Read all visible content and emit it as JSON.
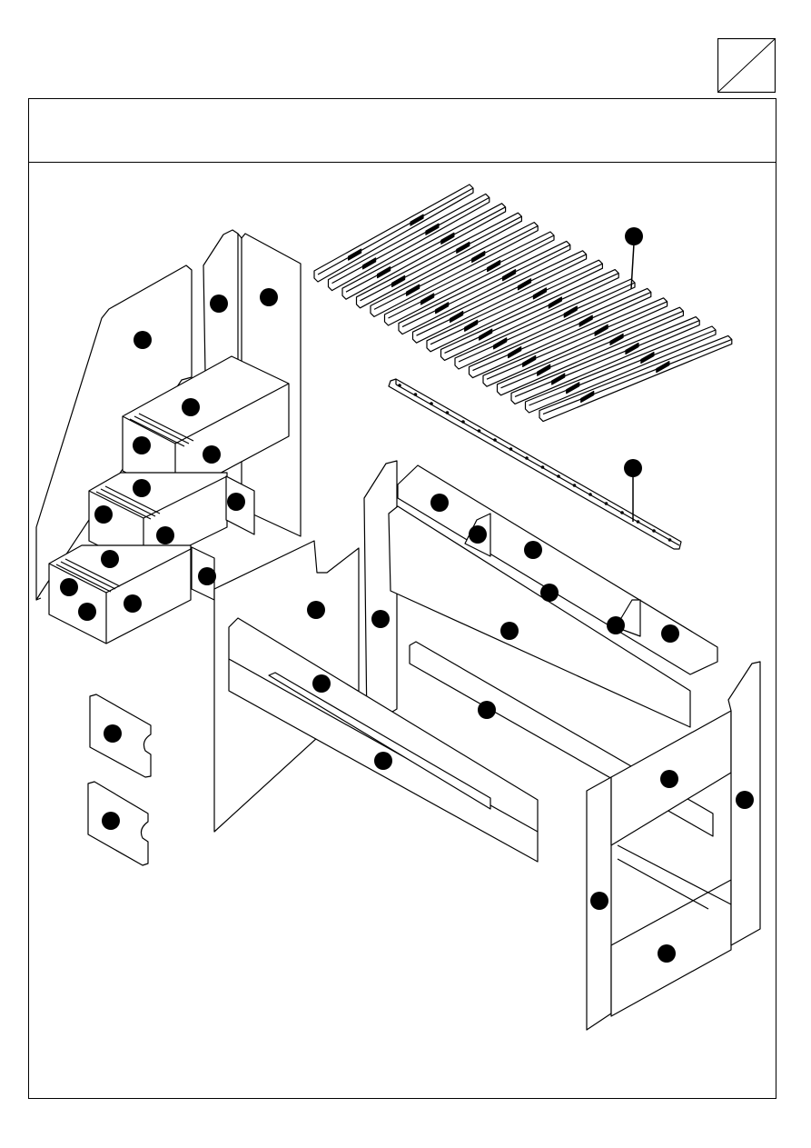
{
  "page": {
    "badge_icon": "diagonal-split-box-icon",
    "header_text": ""
  },
  "parts": [
    "slats",
    "slat-rail",
    "stair-side-panel",
    "stair-back-panel-a",
    "stair-back-panel-b",
    "stair-box-top",
    "stair-box-middle",
    "stair-box-bottom",
    "stair-step-covers",
    "bed-end-panel-left",
    "bed-rear-panel",
    "bed-shelf-unit",
    "bed-front-rails",
    "bed-end-panel-right",
    "loose-drawer-fronts"
  ]
}
